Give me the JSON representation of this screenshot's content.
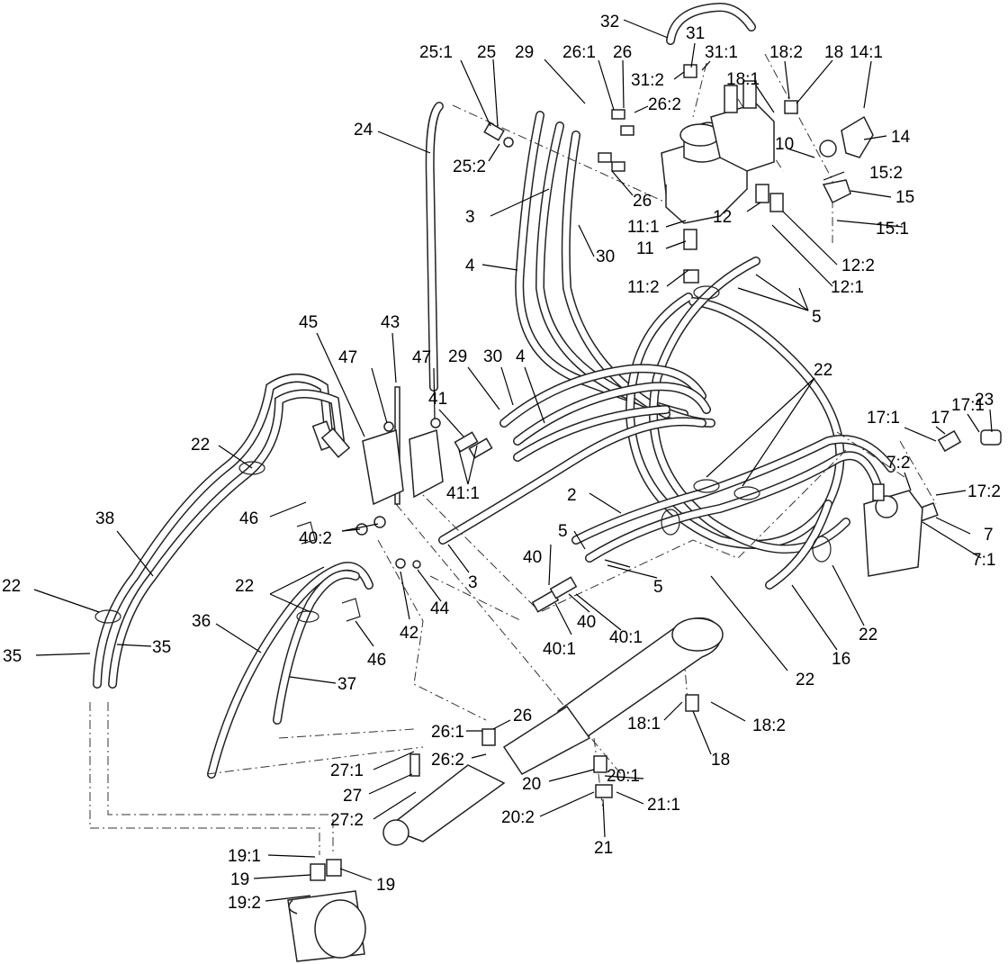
{
  "labels": [
    {
      "id": "l32",
      "text": "32"
    },
    {
      "id": "l31",
      "text": "31"
    },
    {
      "id": "l31_1",
      "text": "31:1"
    },
    {
      "id": "l31_2",
      "text": "31:2"
    },
    {
      "id": "l25_1",
      "text": "25:1"
    },
    {
      "id": "l25",
      "text": "25"
    },
    {
      "id": "l29a",
      "text": "29"
    },
    {
      "id": "l26_1a",
      "text": "26:1"
    },
    {
      "id": "l26a",
      "text": "26"
    },
    {
      "id": "l26_2a",
      "text": "26:2"
    },
    {
      "id": "l18_2a",
      "text": "18:2"
    },
    {
      "id": "l18a",
      "text": "18"
    },
    {
      "id": "l14_1",
      "text": "14:1"
    },
    {
      "id": "l18_1a",
      "text": "18:1"
    },
    {
      "id": "l24",
      "text": "24"
    },
    {
      "id": "l25_2",
      "text": "25:2"
    },
    {
      "id": "l10",
      "text": "10"
    },
    {
      "id": "l14",
      "text": "14"
    },
    {
      "id": "l15_2",
      "text": "15:2"
    },
    {
      "id": "l15",
      "text": "15"
    },
    {
      "id": "l26b",
      "text": "26"
    },
    {
      "id": "l3a",
      "text": "3"
    },
    {
      "id": "l12",
      "text": "12"
    },
    {
      "id": "l11_1",
      "text": "11:1"
    },
    {
      "id": "l15_1",
      "text": "15:1"
    },
    {
      "id": "l11",
      "text": "11"
    },
    {
      "id": "l30a",
      "text": "30"
    },
    {
      "id": "l4a",
      "text": "4"
    },
    {
      "id": "l12_2",
      "text": "12:2"
    },
    {
      "id": "l11_2",
      "text": "11:2"
    },
    {
      "id": "l12_1",
      "text": "12:1"
    },
    {
      "id": "l5a",
      "text": "5"
    },
    {
      "id": "l45",
      "text": "45"
    },
    {
      "id": "l43",
      "text": "43"
    },
    {
      "id": "l47a",
      "text": "47"
    },
    {
      "id": "l47b",
      "text": "47"
    },
    {
      "id": "l29b",
      "text": "29"
    },
    {
      "id": "l30b",
      "text": "30"
    },
    {
      "id": "l4b",
      "text": "4"
    },
    {
      "id": "l22a",
      "text": "22"
    },
    {
      "id": "l41",
      "text": "41"
    },
    {
      "id": "l23",
      "text": "23"
    },
    {
      "id": "l17_1a",
      "text": "17:1"
    },
    {
      "id": "l17_1b",
      "text": "17:1"
    },
    {
      "id": "l17",
      "text": "17"
    },
    {
      "id": "l22b",
      "text": "22"
    },
    {
      "id": "l41_1",
      "text": "41:1"
    },
    {
      "id": "l7_2",
      "text": "7:2"
    },
    {
      "id": "l38",
      "text": "38"
    },
    {
      "id": "l17_2",
      "text": "17:2"
    },
    {
      "id": "l2",
      "text": "2"
    },
    {
      "id": "l7",
      "text": "7"
    },
    {
      "id": "l46a",
      "text": "46"
    },
    {
      "id": "l40_2",
      "text": "40:2"
    },
    {
      "id": "l5b",
      "text": "5"
    },
    {
      "id": "l7_1",
      "text": "7:1"
    },
    {
      "id": "l40a",
      "text": "40"
    },
    {
      "id": "l22c",
      "text": "22"
    },
    {
      "id": "l3b",
      "text": "3"
    },
    {
      "id": "l5c",
      "text": "5"
    },
    {
      "id": "l22d",
      "text": "22"
    },
    {
      "id": "l40b",
      "text": "40"
    },
    {
      "id": "l36",
      "text": "36"
    },
    {
      "id": "l42",
      "text": "42"
    },
    {
      "id": "l44",
      "text": "44"
    },
    {
      "id": "l40_1a",
      "text": "40:1"
    },
    {
      "id": "l22e",
      "text": "22"
    },
    {
      "id": "l35a",
      "text": "35"
    },
    {
      "id": "l35b",
      "text": "35"
    },
    {
      "id": "l40_1b",
      "text": "40:1"
    },
    {
      "id": "l46b",
      "text": "46"
    },
    {
      "id": "l16",
      "text": "16"
    },
    {
      "id": "l22f",
      "text": "22"
    },
    {
      "id": "l37",
      "text": "37"
    },
    {
      "id": "l18_1b",
      "text": "18:1"
    },
    {
      "id": "l18_2b",
      "text": "18:2"
    },
    {
      "id": "l26c",
      "text": "26"
    },
    {
      "id": "l26_1b",
      "text": "26:1"
    },
    {
      "id": "l18b",
      "text": "18"
    },
    {
      "id": "l26_2b",
      "text": "26:2"
    },
    {
      "id": "l20_1",
      "text": "20:1"
    },
    {
      "id": "l27_1",
      "text": "27:1"
    },
    {
      "id": "l20",
      "text": "20"
    },
    {
      "id": "l27",
      "text": "27"
    },
    {
      "id": "l21_1",
      "text": "21:1"
    },
    {
      "id": "l20_2",
      "text": "20:2"
    },
    {
      "id": "l27_2",
      "text": "27:2"
    },
    {
      "id": "l21",
      "text": "21"
    },
    {
      "id": "l19_1",
      "text": "19:1"
    },
    {
      "id": "l19a",
      "text": "19"
    },
    {
      "id": "l19b",
      "text": "19"
    },
    {
      "id": "l19_2",
      "text": "19:2"
    }
  ]
}
